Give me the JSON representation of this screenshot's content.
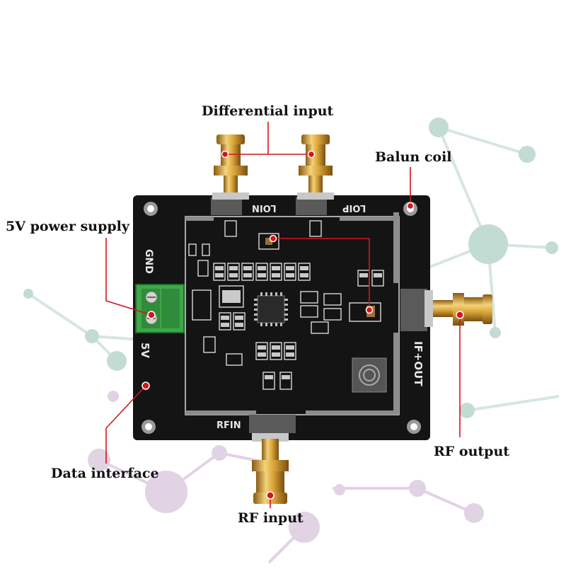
{
  "callouts": {
    "differential_input": "Differential input",
    "balun_coil": "Balun coil",
    "power_supply": "5V power supply",
    "data_interface": "Data interface",
    "rf_input": "RF input",
    "rf_output": "RF output"
  },
  "board_silkscreen": {
    "gnd": "GND",
    "five_v": "5V",
    "lo_in": "LOIN",
    "lo_ip": "LOIP",
    "if_out": "IF+OUT",
    "rf_in": "RFIN"
  },
  "colors": {
    "board": "#141414",
    "silk": "#e8e8e8",
    "callout_line": "#d4141e",
    "connector_gold": "#d9a53a",
    "terminal_green": "#3fa84a"
  }
}
